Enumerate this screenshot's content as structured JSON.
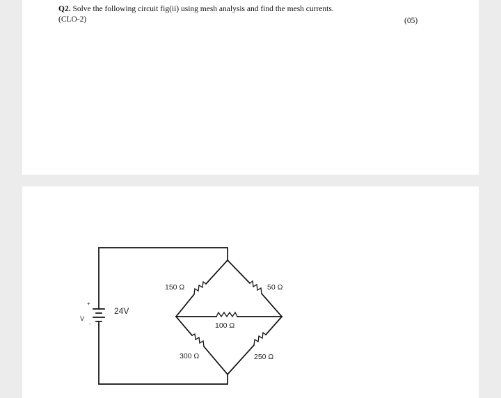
{
  "question": {
    "number": "Q2.",
    "text": " Solve the following circuit fig(ii) using mesh analysis and find the mesh currents.",
    "clo": "(CLO-2)",
    "marks": "(05)"
  },
  "circuit": {
    "source_label": "24V",
    "source_v": "V",
    "source_plus": "+",
    "source_minus": "-",
    "r1": "150 Ω",
    "r2": "50 Ω",
    "r3": "100 Ω",
    "r4": "300 Ω",
    "r5": "250 Ω"
  }
}
